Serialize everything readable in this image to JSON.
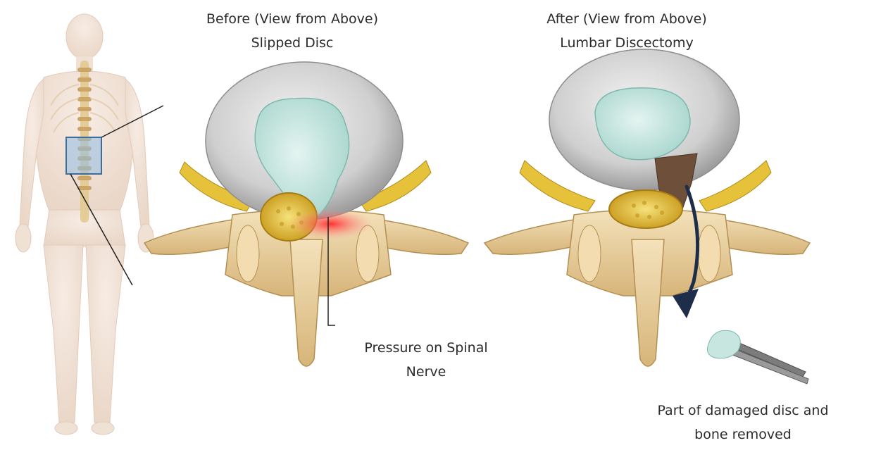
{
  "before": {
    "title_line1": "Before (View from Above)",
    "title_line2": "Slipped Disc",
    "caption_line1": "Pressure on Spinal",
    "caption_line2": "Nerve"
  },
  "after": {
    "title_line1": "After (View from Above)",
    "title_line2": "Lumbar Discectomy",
    "caption_line1": "Part of damaged disc and",
    "caption_line2": "bone removed"
  },
  "colors": {
    "bone": "#e9cf9b",
    "disc_outer": "#c9c9c9",
    "disc_nucleus": "#c7e6e0",
    "nerve": "#e3c23f",
    "inflammation": "#ff3b3b",
    "removed_area": "#6e4f3a",
    "arrow": "#1e2d4a",
    "body": "#f2e3d8",
    "highlight_box": "#7fb2e0"
  }
}
